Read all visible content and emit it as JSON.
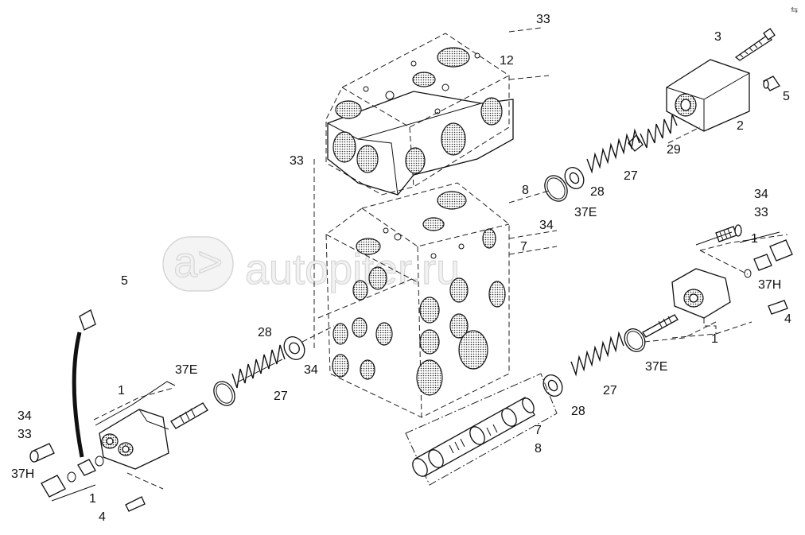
{
  "watermark": {
    "text": "autopiter.ru",
    "logo_glyph": "a>"
  },
  "corner_mark": "⇆",
  "callouts": [
    {
      "text": "33"
    },
    {
      "text": "12"
    },
    {
      "text": "3"
    },
    {
      "text": "5"
    },
    {
      "text": "2"
    },
    {
      "text": "29"
    },
    {
      "text": "33"
    },
    {
      "text": "27"
    },
    {
      "text": "8"
    },
    {
      "text": "28"
    },
    {
      "text": "37E"
    },
    {
      "text": "34"
    },
    {
      "text": "33"
    },
    {
      "text": "34"
    },
    {
      "text": "7"
    },
    {
      "text": "1"
    },
    {
      "text": "37H"
    },
    {
      "text": "5"
    },
    {
      "text": "4"
    },
    {
      "text": "28"
    },
    {
      "text": "1"
    },
    {
      "text": "37E"
    },
    {
      "text": "34"
    },
    {
      "text": "37E"
    },
    {
      "text": "27"
    },
    {
      "text": "27"
    },
    {
      "text": "1"
    },
    {
      "text": "34"
    },
    {
      "text": "33"
    },
    {
      "text": "28"
    },
    {
      "text": "7"
    },
    {
      "text": "8"
    },
    {
      "text": "37H"
    },
    {
      "text": "1"
    },
    {
      "text": "4"
    }
  ]
}
